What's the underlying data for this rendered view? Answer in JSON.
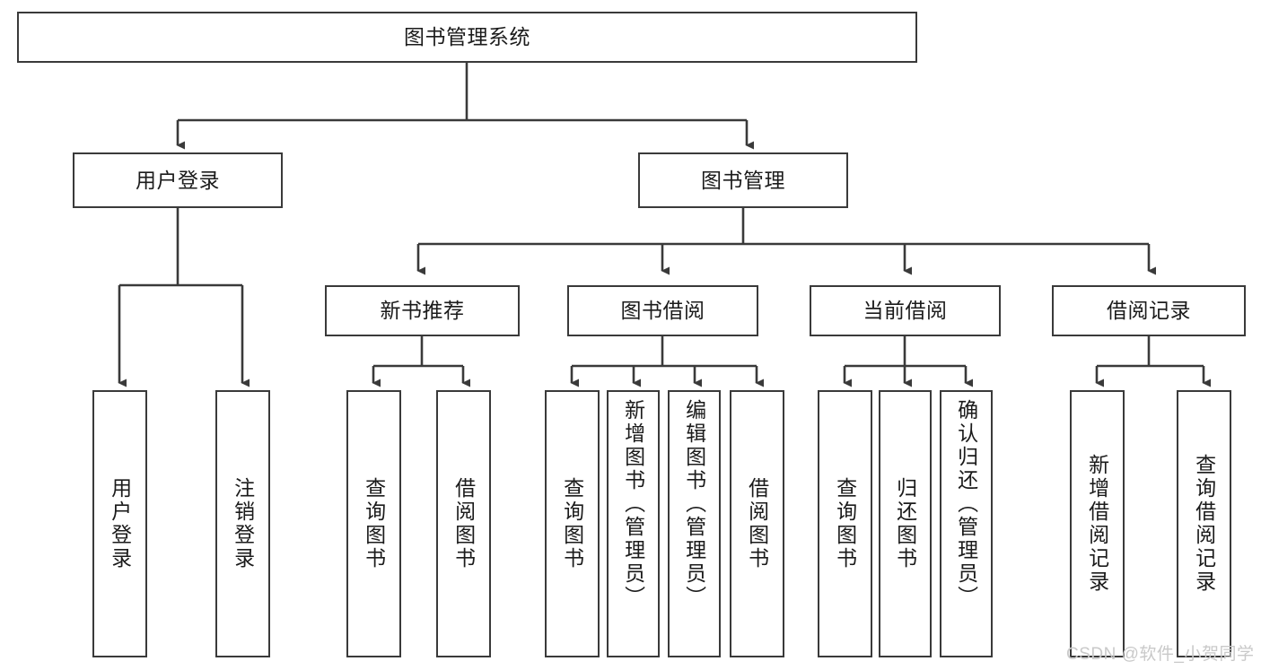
{
  "diagram": {
    "title": "图书管理系统",
    "type": "hierarchy-tree",
    "root": {
      "id": "root",
      "label": "图书管理系统"
    },
    "level2": [
      {
        "id": "user-login",
        "label": "用户登录"
      },
      {
        "id": "book-manage",
        "label": "图书管理"
      }
    ],
    "level3": [
      {
        "id": "new-book-recommend",
        "label": "新书推荐"
      },
      {
        "id": "book-borrow",
        "label": "图书借阅"
      },
      {
        "id": "current-borrow",
        "label": "当前借阅"
      },
      {
        "id": "borrow-record",
        "label": "借阅记录"
      }
    ],
    "leaves": {
      "user_login": [
        {
          "id": "leaf-user-login",
          "label": "用户登录"
        },
        {
          "id": "leaf-logout-login",
          "label": "注销登录"
        }
      ],
      "new_book_recommend": [
        {
          "id": "leaf-query-book-1",
          "label": "查询图书"
        },
        {
          "id": "leaf-borrow-book-1",
          "label": "借阅图书"
        }
      ],
      "book_borrow": [
        {
          "id": "leaf-query-book-2",
          "label": "查询图书"
        },
        {
          "id": "leaf-add-book-admin",
          "label": "新增图书（管理员）"
        },
        {
          "id": "leaf-edit-book-admin",
          "label": "编辑图书（管理员）"
        },
        {
          "id": "leaf-borrow-book-2",
          "label": "借阅图书"
        }
      ],
      "current_borrow": [
        {
          "id": "leaf-query-book-3",
          "label": "查询图书"
        },
        {
          "id": "leaf-return-book",
          "label": "归还图书"
        },
        {
          "id": "leaf-confirm-return-admin",
          "label": "确认归还（管理员）"
        }
      ],
      "borrow_record": [
        {
          "id": "leaf-add-borrow-record",
          "label": "新增借阅记录"
        },
        {
          "id": "leaf-query-borrow-record",
          "label": "查询借阅记录"
        }
      ]
    },
    "colors": {
      "box_border": "#3a3a3a",
      "box_fill": "#ffffff",
      "connector": "#3a3a3a",
      "text": "#1b1b1b",
      "watermark": "#c9c9c9"
    }
  },
  "watermark": {
    "text": "CSDN @软件_小贺同学"
  }
}
